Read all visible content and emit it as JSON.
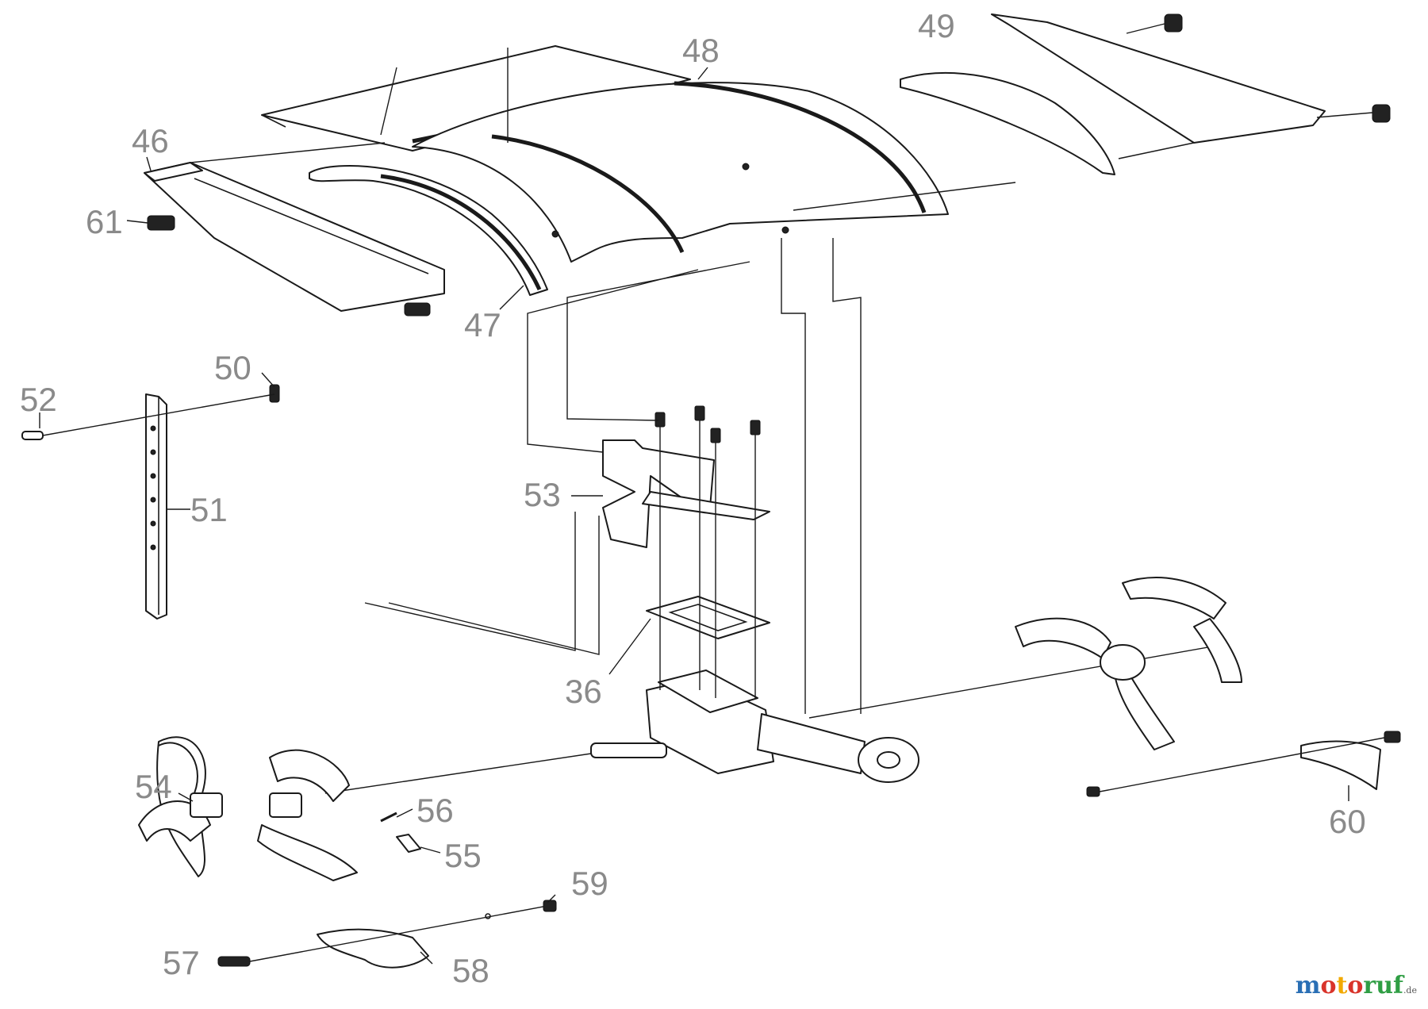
{
  "callouts": {
    "c46": "46",
    "c47": "47",
    "c48": "48",
    "c49": "49",
    "c50": "50",
    "c51": "51",
    "c52": "52",
    "c53": "53",
    "c36": "36",
    "c54": "54",
    "c55": "55",
    "c56": "56",
    "c57": "57",
    "c58": "58",
    "c59": "59",
    "c60": "60",
    "c61": "61"
  },
  "watermark": {
    "brand": "motoruf",
    "suffix": ".de"
  },
  "colors": {
    "callout_text": "#8a8a8a",
    "line": "#1a1a1a",
    "wm_m": "#2a6fb5",
    "wm_o": "#d9342b",
    "wm_t": "#f2a900",
    "wm_rest": "#2f9e44"
  }
}
